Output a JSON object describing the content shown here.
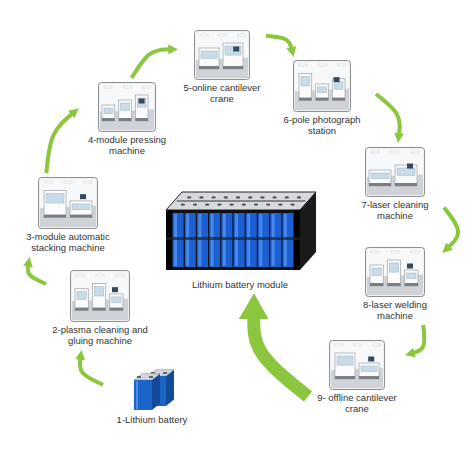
{
  "diagram": {
    "nodes": [
      {
        "text": [
          "1-Lithium battery"
        ]
      },
      {
        "text": [
          "2-plasma cleaning and gluing machine"
        ]
      },
      {
        "text": [
          "3-module automatic stacking machine"
        ]
      },
      {
        "text": [
          "4-module pressing machine"
        ]
      },
      {
        "text": [
          "5-online cantilever crane"
        ]
      },
      {
        "text": [
          "6-pole photograph station"
        ]
      },
      {
        "text": [
          "7-laser cleaning machine"
        ]
      },
      {
        "text": [
          "8-laser welding machine"
        ]
      },
      {
        "text": [
          "9- offline cantilever crane"
        ]
      },
      {
        "text": [
          "Lithium battery module"
        ]
      }
    ],
    "edges": [
      {
        "from": 0,
        "to": 1,
        "arrow": "to"
      },
      {
        "from": 1,
        "to": 2,
        "arrow": "to"
      },
      {
        "from": 2,
        "to": 3,
        "arrow": "to"
      },
      {
        "from": 3,
        "to": 4,
        "arrow": "to"
      },
      {
        "from": 4,
        "to": 5,
        "arrow": "to"
      },
      {
        "from": 5,
        "to": 6,
        "arrow": "to"
      },
      {
        "from": 6,
        "to": 7,
        "arrow": "to"
      },
      {
        "from": 7,
        "to": 8,
        "arrow": "to"
      },
      {
        "from": 8,
        "to": 9,
        "arrow": "to"
      }
    ]
  }
}
